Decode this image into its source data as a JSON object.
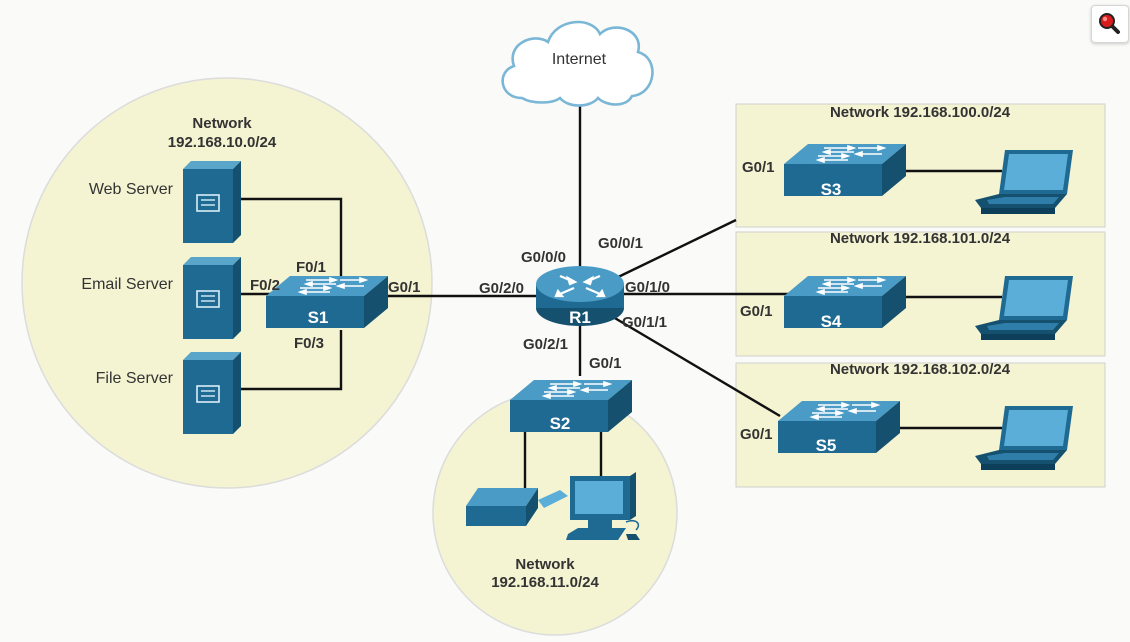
{
  "internet_label": "Internet",
  "networks": {
    "n10": {
      "title": "Network",
      "subnet": "192.168.10.0/24"
    },
    "n11": {
      "title": "Network",
      "subnet": "192.168.11.0/24"
    },
    "n100": "Network 192.168.100.0/24",
    "n101": "Network 192.168.101.0/24",
    "n102": "Network 192.168.102.0/24"
  },
  "servers": {
    "web": "Web Server",
    "email": "Email Server",
    "file": "File Server"
  },
  "devices": {
    "r1": "R1",
    "s1": "S1",
    "s2": "S2",
    "s3": "S3",
    "s4": "S4",
    "s5": "S5"
  },
  "ports": {
    "s1_f01": "F0/1",
    "s1_f02": "F0/2",
    "s1_f03": "F0/3",
    "s1_g01": "G0/1",
    "r1_g000": "G0/0/0",
    "r1_g001": "G0/0/1",
    "r1_g020": "G0/2/0",
    "r1_g010": "G0/1/0",
    "r1_g011": "G0/1/1",
    "r1_g021": "G0/2/1",
    "s2_g01": "G0/1",
    "s3_g01": "G0/1",
    "s4_g01": "G0/1",
    "s5_g01": "G0/1"
  },
  "colors": {
    "bubble": "#f4f3d2",
    "device": "#2a6b8f",
    "device_top": "#3f8fb8",
    "line": "#111111"
  },
  "zoom_icon": "magnifier-icon"
}
